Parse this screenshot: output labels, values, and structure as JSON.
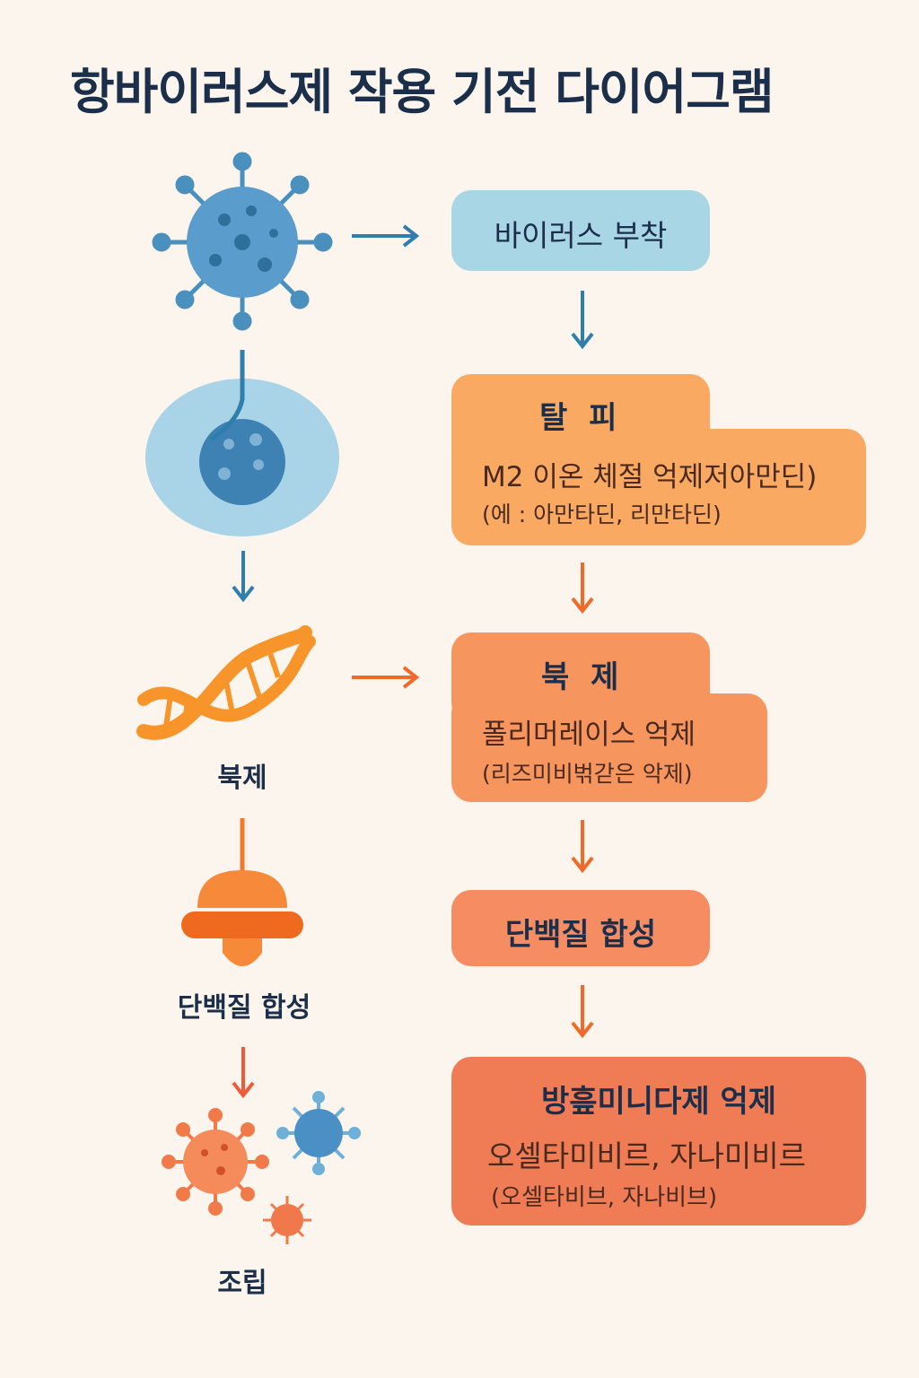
{
  "title": "항바이러스제 작용 기전 다이어그램",
  "steps": [
    {
      "heading": "바이러스 부착"
    },
    {
      "heading": "탈 피",
      "line1": "M2 이온 체절 억제저아만딘)",
      "line2": "(에 : 아만타딘, 리만타딘)"
    },
    {
      "heading": "북 제",
      "line1": "폴리머레이스 억제",
      "line2": "(리즈미비벆갇은 악제)"
    },
    {
      "heading": "단백질 합성"
    },
    {
      "heading": "방흪미니다제 억제",
      "line1": "오셀타미비르, 자나미비르",
      "line2": "(오셀타비브, 자나비브)"
    }
  ],
  "left_labels": {
    "replication": "북제",
    "protein": "단백질 합성",
    "assembly": "조립"
  },
  "colors": {
    "background": "#fcf5ee",
    "blue": "#2f7fae",
    "orange": "#f06a2a",
    "box1": "#a9d6e5",
    "box2": "#f9a962",
    "box3": "#f7955e",
    "box4": "#f68c62",
    "box5": "#f07c55"
  }
}
